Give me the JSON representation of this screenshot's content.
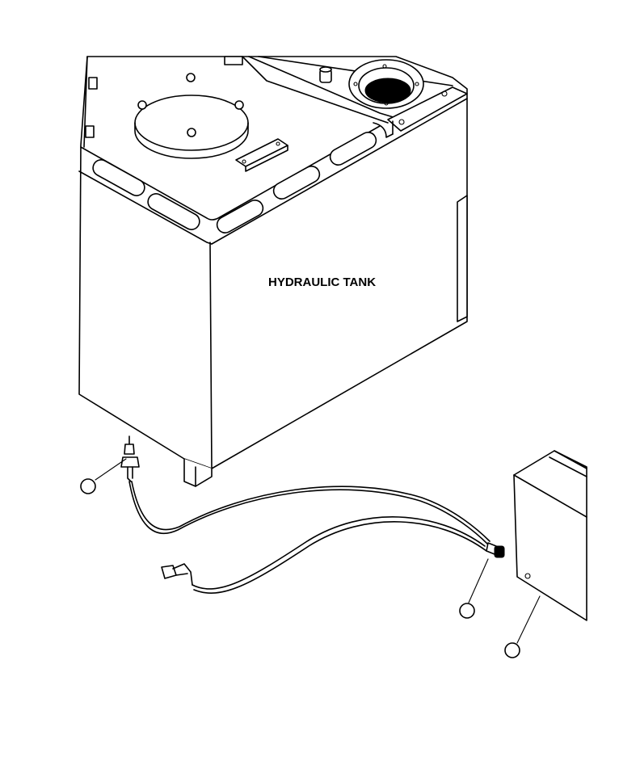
{
  "diagram": {
    "tank_label": "HYDRAULIC TANK"
  },
  "colors": {
    "line": "#000000",
    "background": "#ffffff"
  },
  "callouts": [
    {
      "id": "sensor",
      "text": ""
    },
    {
      "id": "connector",
      "text": ""
    },
    {
      "id": "controller-box",
      "text": ""
    }
  ]
}
